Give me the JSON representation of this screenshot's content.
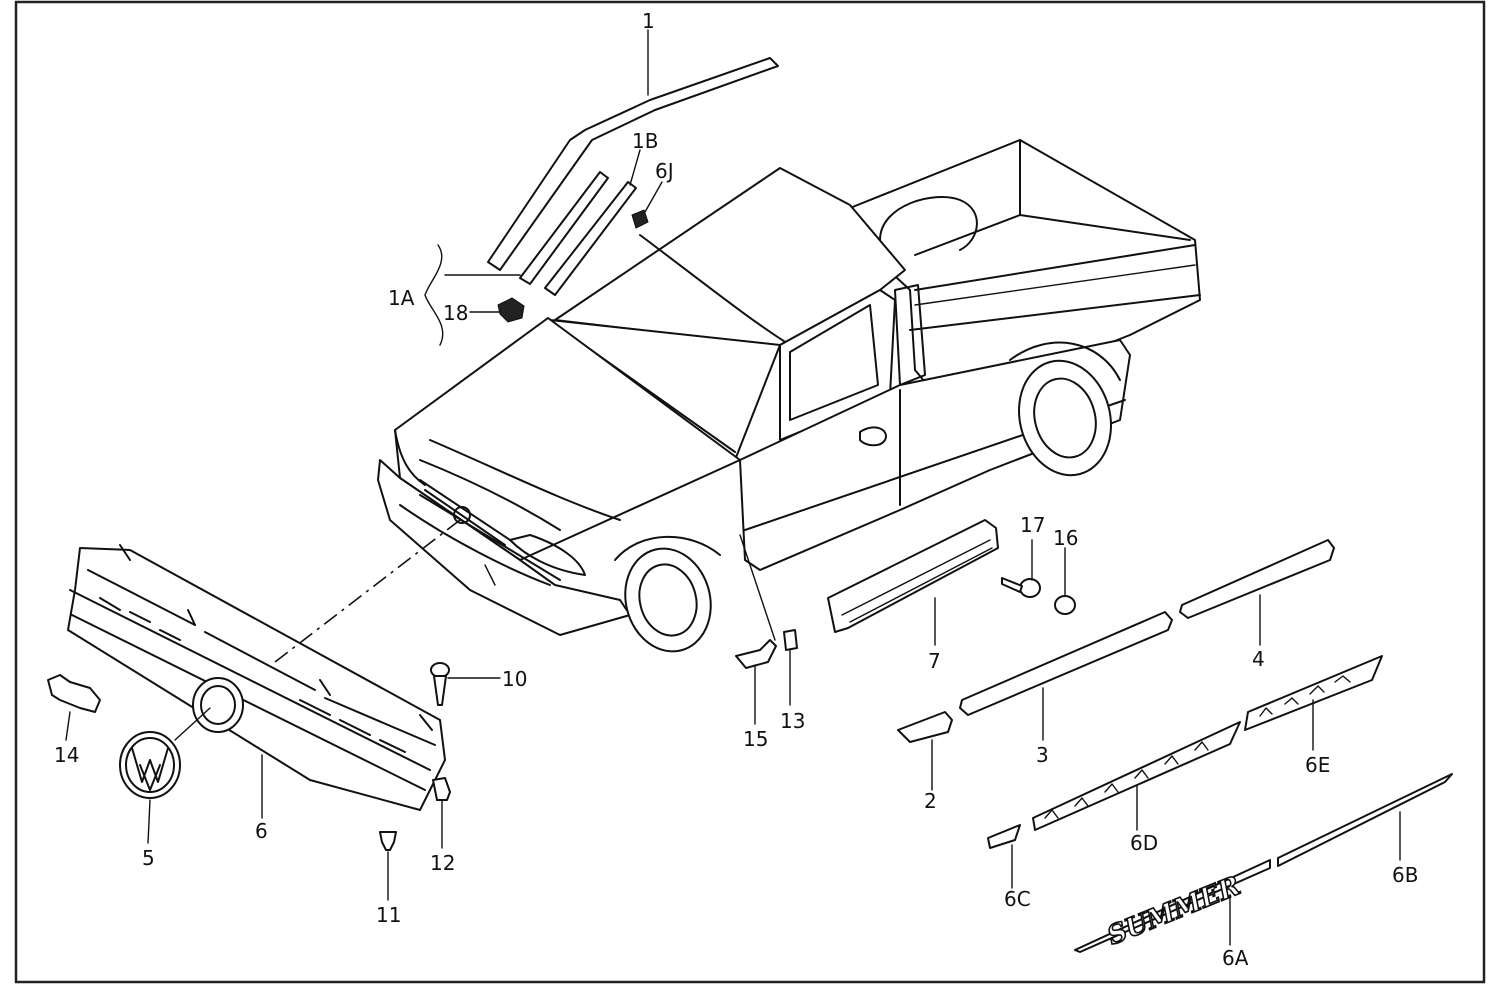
{
  "callouts": [
    {
      "id": "1"
    },
    {
      "id": "1A"
    },
    {
      "id": "1B"
    },
    {
      "id": "2"
    },
    {
      "id": "3"
    },
    {
      "id": "4"
    },
    {
      "id": "5"
    },
    {
      "id": "6"
    },
    {
      "id": "6A"
    },
    {
      "id": "6B"
    },
    {
      "id": "6C"
    },
    {
      "id": "6D"
    },
    {
      "id": "6E"
    },
    {
      "id": "6J"
    },
    {
      "id": "7"
    },
    {
      "id": "10"
    },
    {
      "id": "11"
    },
    {
      "id": "12"
    },
    {
      "id": "13"
    },
    {
      "id": "14"
    },
    {
      "id": "15"
    },
    {
      "id": "16"
    },
    {
      "id": "17"
    },
    {
      "id": "18"
    }
  ],
  "decal_text": "SUMMER",
  "colors": {
    "line": "#111111",
    "background": "#ffffff",
    "frame": "#222222"
  }
}
